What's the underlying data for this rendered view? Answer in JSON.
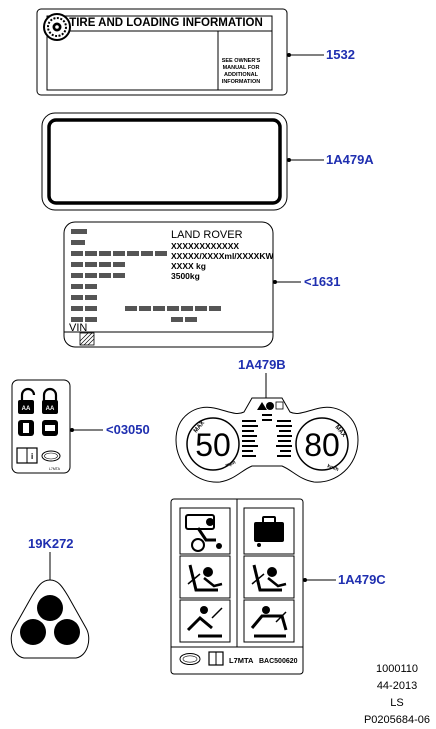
{
  "callouts": {
    "tire_label": "1532",
    "blank_label": "1A479A",
    "vin_plate": "<1631",
    "key_card": "<03050",
    "speed_label": "1A479B",
    "triangle_label": "19K272",
    "warning_sheet": "1A479C"
  },
  "tire_label": {
    "title": "TIRE AND LOADING INFORMATION",
    "note_lines": [
      "SEE OWNER'S",
      "MANUAL FOR",
      "ADDITIONAL",
      "INFORMATION"
    ]
  },
  "vin_plate": {
    "make": "LAND ROVER",
    "line1": "XXXXXXXXXXXX",
    "line2": "XXXXX/XXXXml/XXXXKW",
    "line3": "XXXX kg",
    "line4": "3500kg",
    "vin_label": "VIN"
  },
  "key_card": {
    "lock_letters": "AA",
    "bottom_code": "L7MTA"
  },
  "speed_label": {
    "left_max": "MAX",
    "left_value": "50",
    "left_unit": "mph",
    "right_max": "MAX",
    "right_value": "80",
    "right_unit": "km/h"
  },
  "warning_sheet": {
    "model_code": "L7MTA",
    "part_code": "BAC500620"
  },
  "footer": [
    "1000110",
    "44-2013",
    "LS",
    "P0205684-06"
  ]
}
